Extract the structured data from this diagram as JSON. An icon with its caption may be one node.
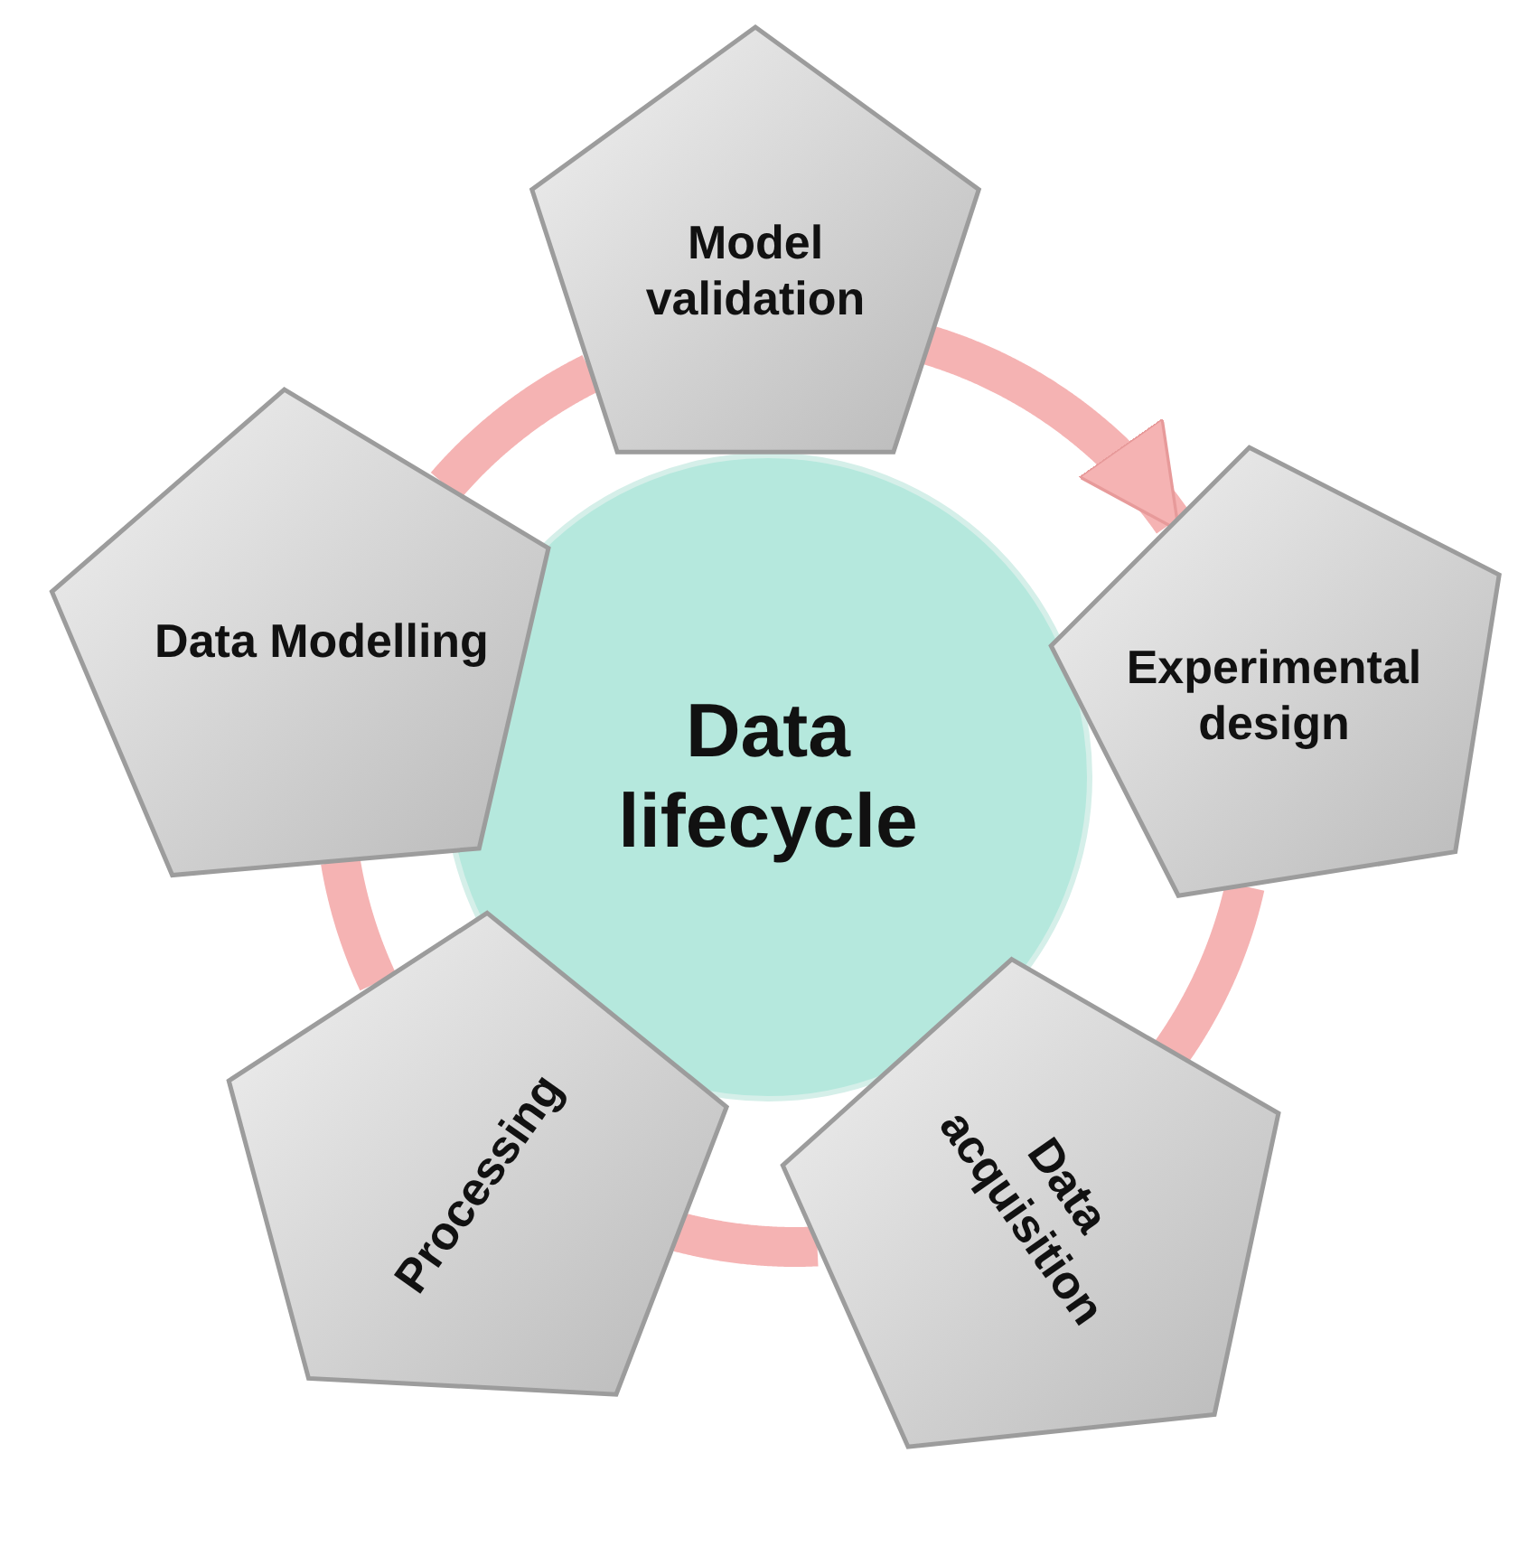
{
  "diagram": {
    "nodes": [
      {
        "text": [
          "Data lifecycle"
        ]
      },
      {
        "text": [
          "Model validation"
        ]
      },
      {
        "text": [
          "Experimental design"
        ]
      },
      {
        "text": [
          "Data acquisition"
        ]
      },
      {
        "text": [
          "Processing"
        ]
      },
      {
        "text": [
          "Data Modelling"
        ]
      }
    ],
    "edges": [
      {
        "from": 1,
        "to": 2,
        "arrow": "to"
      },
      {
        "from": 2,
        "to": 3,
        "arrow": "none"
      },
      {
        "from": 3,
        "to": 4,
        "arrow": "none"
      },
      {
        "from": 4,
        "to": 5,
        "arrow": "none"
      },
      {
        "from": 5,
        "to": 1,
        "arrow": "none"
      }
    ]
  }
}
